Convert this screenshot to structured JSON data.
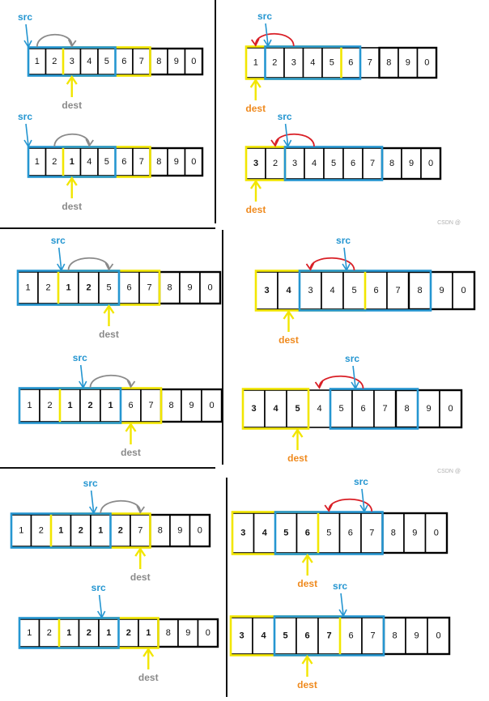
{
  "colors": {
    "blue": "#2596d1",
    "yellow": "#f2e600",
    "gray": "#8a8a8a",
    "red": "#d91f26",
    "orange": "#ef8a1e",
    "divider": "#111111"
  },
  "labels": {
    "src": "src",
    "dest": "dest"
  },
  "watermark": "CSDN @",
  "panels": [
    {
      "cells": [
        {
          "t": "1",
          "c": "dark"
        },
        {
          "t": "2",
          "c": "dark"
        },
        {
          "t": "3",
          "c": "dark"
        },
        {
          "t": "4",
          "c": "dark"
        },
        {
          "t": "5",
          "c": "dark"
        },
        {
          "t": "6",
          "c": "dark"
        },
        {
          "t": "7",
          "c": "dark"
        },
        {
          "t": "8",
          "c": "dark"
        },
        {
          "t": "9",
          "c": "dark"
        },
        {
          "t": "0",
          "c": "dark"
        }
      ],
      "blue_box": [
        0,
        4
      ],
      "yellow_box": [
        2,
        6
      ],
      "src_at": 0,
      "dest_at": 2,
      "src_color": "blue",
      "dest_color": "gray",
      "arrow": {
        "from": 0,
        "to": 2,
        "color": "gray"
      }
    },
    {
      "cells": [
        {
          "t": "1",
          "c": "dark"
        },
        {
          "t": "2",
          "c": "dark"
        },
        {
          "t": "3",
          "c": "dark"
        },
        {
          "t": "4",
          "c": "dark"
        },
        {
          "t": "5",
          "c": "dark"
        },
        {
          "t": "6",
          "c": "dark"
        },
        {
          "t": "7",
          "c": "dark"
        },
        {
          "t": "8",
          "c": "dark"
        },
        {
          "t": "9",
          "c": "dark"
        },
        {
          "t": "0",
          "c": "dark"
        }
      ],
      "blue_box": [
        1,
        5
      ],
      "yellow_box": [
        0,
        4
      ],
      "src_at": 1,
      "dest_at": 0,
      "src_color": "blue",
      "dest_color": "orange",
      "arrow": {
        "from": 2,
        "to": 0,
        "color": "red"
      }
    },
    {
      "cells": [
        {
          "t": "1",
          "c": "dark"
        },
        {
          "t": "2",
          "c": "dark"
        },
        {
          "t": "1",
          "c": "gray"
        },
        {
          "t": "4",
          "c": "dark"
        },
        {
          "t": "5",
          "c": "dark"
        },
        {
          "t": "6",
          "c": "dark"
        },
        {
          "t": "7",
          "c": "dark"
        },
        {
          "t": "8",
          "c": "dark"
        },
        {
          "t": "9",
          "c": "dark"
        },
        {
          "t": "0",
          "c": "dark"
        }
      ],
      "blue_box": [
        0,
        4
      ],
      "yellow_box": [
        2,
        6
      ],
      "src_at": 0,
      "dest_at": 2,
      "src_color": "blue",
      "dest_color": "gray",
      "arrow": {
        "from": 1,
        "to": 3,
        "color": "gray"
      }
    },
    {
      "cells": [
        {
          "t": "3",
          "c": "red"
        },
        {
          "t": "2",
          "c": "dark"
        },
        {
          "t": "3",
          "c": "dark"
        },
        {
          "t": "4",
          "c": "dark"
        },
        {
          "t": "5",
          "c": "dark"
        },
        {
          "t": "6",
          "c": "dark"
        },
        {
          "t": "7",
          "c": "dark"
        },
        {
          "t": "8",
          "c": "dark"
        },
        {
          "t": "9",
          "c": "dark"
        },
        {
          "t": "0",
          "c": "dark"
        }
      ],
      "blue_box": [
        2,
        6
      ],
      "yellow_box": [
        0,
        1
      ],
      "src_at": 2,
      "dest_at": 0,
      "src_color": "blue",
      "dest_color": "orange",
      "arrow": {
        "from": 3,
        "to": 1,
        "color": "red"
      },
      "watermark": true
    },
    {
      "cells": [
        {
          "t": "1",
          "c": "dark"
        },
        {
          "t": "2",
          "c": "dark"
        },
        {
          "t": "1",
          "c": "gray"
        },
        {
          "t": "2",
          "c": "gray"
        },
        {
          "t": "5",
          "c": "dark"
        },
        {
          "t": "6",
          "c": "dark"
        },
        {
          "t": "7",
          "c": "dark"
        },
        {
          "t": "8",
          "c": "dark"
        },
        {
          "t": "9",
          "c": "dark"
        },
        {
          "t": "0",
          "c": "dark"
        }
      ],
      "blue_box": [
        0,
        4
      ],
      "yellow_box": [
        2,
        6
      ],
      "src_at": 2,
      "dest_at": 4,
      "src_color": "blue",
      "dest_color": "gray",
      "arrow": {
        "from": 2,
        "to": 4,
        "color": "gray"
      }
    },
    {
      "cells": [
        {
          "t": "3",
          "c": "red"
        },
        {
          "t": "4",
          "c": "red"
        },
        {
          "t": "3",
          "c": "dark"
        },
        {
          "t": "4",
          "c": "dark"
        },
        {
          "t": "5",
          "c": "dark"
        },
        {
          "t": "6",
          "c": "dark"
        },
        {
          "t": "7",
          "c": "dark"
        },
        {
          "t": "8",
          "c": "dark"
        },
        {
          "t": "9",
          "c": "dark"
        },
        {
          "t": "0",
          "c": "dark"
        }
      ],
      "blue_box": [
        2,
        7
      ],
      "yellow_box": [
        0,
        4
      ],
      "src_at": 4,
      "dest_at": 1,
      "src_color": "blue",
      "dest_color": "orange",
      "arrow": {
        "from": 4,
        "to": 2,
        "color": "red"
      }
    },
    {
      "cells": [
        {
          "t": "1",
          "c": "dark"
        },
        {
          "t": "2",
          "c": "dark"
        },
        {
          "t": "1",
          "c": "gray"
        },
        {
          "t": "2",
          "c": "gray"
        },
        {
          "t": "1",
          "c": "gray"
        },
        {
          "t": "6",
          "c": "dark"
        },
        {
          "t": "7",
          "c": "dark"
        },
        {
          "t": "8",
          "c": "dark"
        },
        {
          "t": "9",
          "c": "dark"
        },
        {
          "t": "0",
          "c": "dark"
        }
      ],
      "blue_box": [
        0,
        4
      ],
      "yellow_box": [
        2,
        6
      ],
      "src_at": 3,
      "dest_at": 5,
      "src_color": "blue",
      "dest_color": "gray",
      "arrow": {
        "from": 3,
        "to": 5,
        "color": "gray"
      }
    },
    {
      "cells": [
        {
          "t": "3",
          "c": "red"
        },
        {
          "t": "4",
          "c": "red"
        },
        {
          "t": "5",
          "c": "red"
        },
        {
          "t": "4",
          "c": "dark"
        },
        {
          "t": "5",
          "c": "dark"
        },
        {
          "t": "6",
          "c": "dark"
        },
        {
          "t": "7",
          "c": "dark"
        },
        {
          "t": "8",
          "c": "dark"
        },
        {
          "t": "9",
          "c": "dark"
        },
        {
          "t": "0",
          "c": "dark"
        }
      ],
      "blue_box": [
        4,
        7
      ],
      "yellow_box": [
        0,
        2
      ],
      "src_at": 5,
      "dest_at": 2,
      "src_color": "blue",
      "dest_color": "orange",
      "arrow": {
        "from": 5,
        "to": 3,
        "color": "red"
      },
      "watermark": true
    },
    {
      "cells": [
        {
          "t": "1",
          "c": "dark"
        },
        {
          "t": "2",
          "c": "dark"
        },
        {
          "t": "1",
          "c": "gray"
        },
        {
          "t": "2",
          "c": "gray"
        },
        {
          "t": "1",
          "c": "gray"
        },
        {
          "t": "2",
          "c": "gray"
        },
        {
          "t": "7",
          "c": "dark"
        },
        {
          "t": "8",
          "c": "dark"
        },
        {
          "t": "9",
          "c": "dark"
        },
        {
          "t": "0",
          "c": "dark"
        }
      ],
      "blue_box": [
        0,
        4
      ],
      "yellow_box": [
        2,
        6
      ],
      "src_at": 4,
      "dest_at": 6,
      "src_color": "blue",
      "dest_color": "gray",
      "arrow": {
        "from": 4,
        "to": 6,
        "color": "gray"
      }
    },
    {
      "cells": [
        {
          "t": "3",
          "c": "red"
        },
        {
          "t": "4",
          "c": "red"
        },
        {
          "t": "5",
          "c": "red"
        },
        {
          "t": "6",
          "c": "red"
        },
        {
          "t": "5",
          "c": "dark"
        },
        {
          "t": "6",
          "c": "dark"
        },
        {
          "t": "7",
          "c": "dark"
        },
        {
          "t": "8",
          "c": "dark"
        },
        {
          "t": "9",
          "c": "dark"
        },
        {
          "t": "0",
          "c": "dark"
        }
      ],
      "blue_box": [
        2,
        6
      ],
      "yellow_box": [
        0,
        3
      ],
      "src_at": 6,
      "dest_at": 3,
      "src_color": "blue",
      "dest_color": "orange",
      "arrow": {
        "from": 6,
        "to": 4,
        "color": "red"
      }
    },
    {
      "cells": [
        {
          "t": "1",
          "c": "dark"
        },
        {
          "t": "2",
          "c": "dark"
        },
        {
          "t": "1",
          "c": "gray"
        },
        {
          "t": "2",
          "c": "gray"
        },
        {
          "t": "1",
          "c": "gray"
        },
        {
          "t": "2",
          "c": "gray"
        },
        {
          "t": "1",
          "c": "gray"
        },
        {
          "t": "8",
          "c": "dark"
        },
        {
          "t": "9",
          "c": "dark"
        },
        {
          "t": "0",
          "c": "dark"
        }
      ],
      "blue_box": [
        0,
        4
      ],
      "yellow_box": [
        2,
        6
      ],
      "src_at": 4,
      "dest_at": 6,
      "src_color": "blue",
      "dest_color": "gray"
    },
    {
      "cells": [
        {
          "t": "3",
          "c": "red"
        },
        {
          "t": "4",
          "c": "red"
        },
        {
          "t": "5",
          "c": "red"
        },
        {
          "t": "6",
          "c": "red"
        },
        {
          "t": "7",
          "c": "red"
        },
        {
          "t": "6",
          "c": "dark"
        },
        {
          "t": "7",
          "c": "dark"
        },
        {
          "t": "8",
          "c": "dark"
        },
        {
          "t": "9",
          "c": "dark"
        },
        {
          "t": "0",
          "c": "dark"
        }
      ],
      "blue_box": [
        2,
        6
      ],
      "yellow_box": [
        0,
        4
      ],
      "src_at": 5,
      "dest_at": 3,
      "src_color": "blue",
      "dest_color": "orange"
    }
  ]
}
